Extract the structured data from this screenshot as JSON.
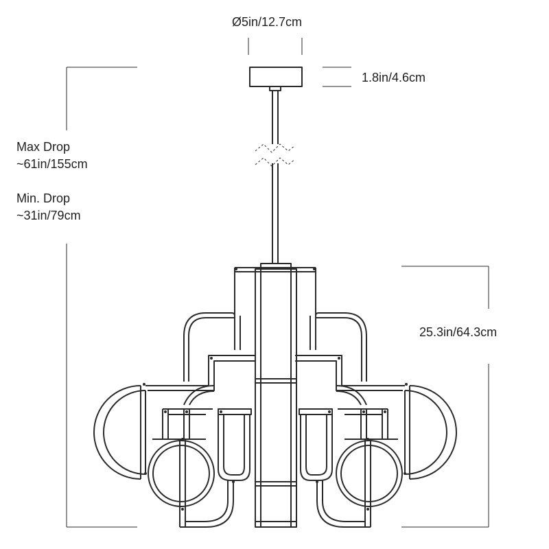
{
  "dimensions": {
    "canopy_diameter": "Ø5in/12.7cm",
    "canopy_height": "1.8in/4.6cm",
    "max_drop_title": "Max Drop",
    "max_drop_value": "~61in/155cm",
    "min_drop_title": "Min. Drop",
    "min_drop_value": "~31in/79cm",
    "fixture_height": "25.3in/64.3cm"
  },
  "colors": {
    "line": "#2a2a2a",
    "background": "#ffffff"
  }
}
